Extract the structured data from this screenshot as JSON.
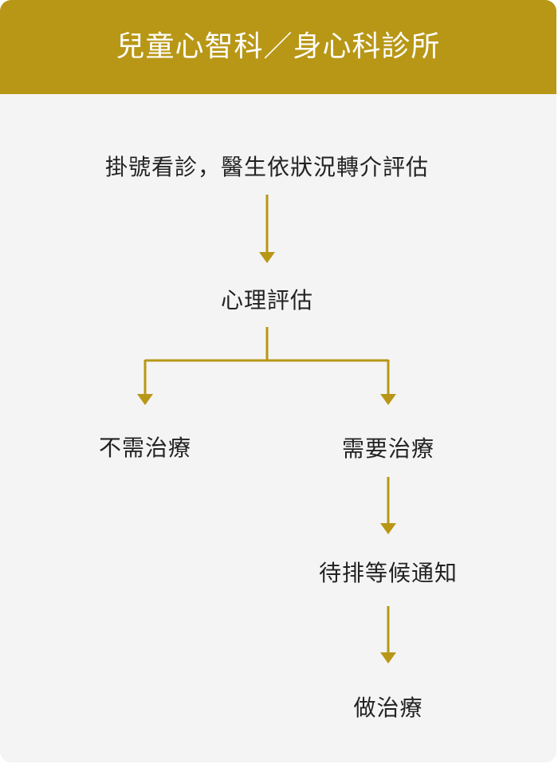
{
  "header": {
    "title": "兒童心智科／身心科診所"
  },
  "colors": {
    "accent": "#b89716",
    "background": "#f4f4f4",
    "text": "#222222",
    "header_text": "#ffffff"
  },
  "flow": {
    "step1": "掛號看診，醫生依狀況轉介評估",
    "step2": "心理評估",
    "branch_no": "不需治療",
    "branch_yes": "需要治療",
    "step4": "待排等候通知",
    "step5": "做治療"
  }
}
